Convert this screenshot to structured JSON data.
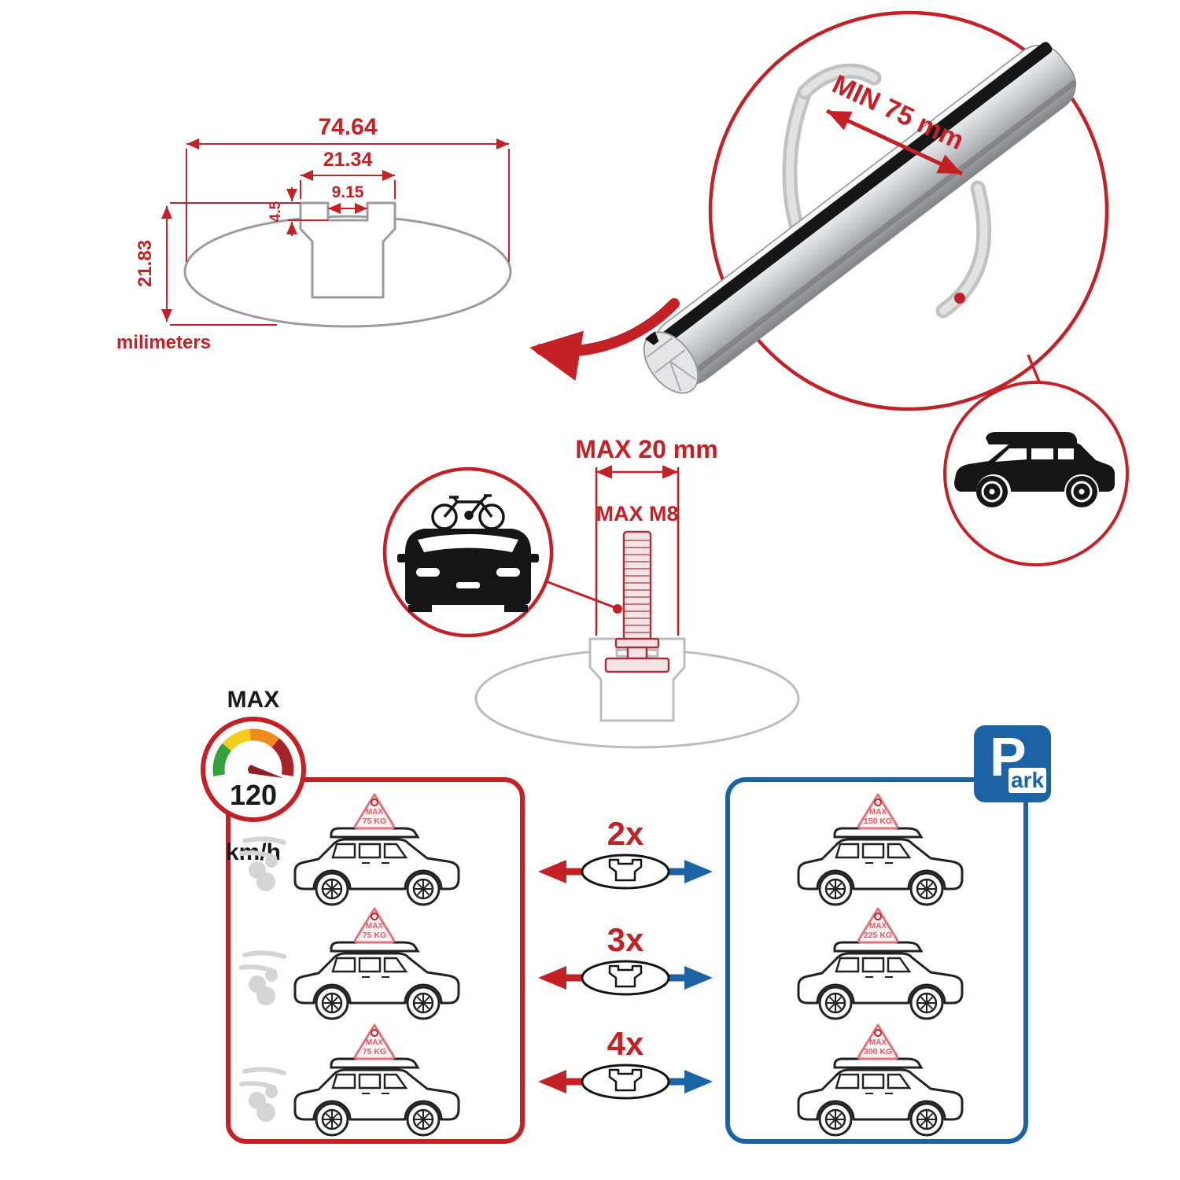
{
  "colors": {
    "red": "#c42127",
    "blue": "#1b63a5",
    "badge_pink": "#d95f6b",
    "sketch_gray": "#bcbcbc"
  },
  "cross_section": {
    "width_total": "74.64",
    "width_channel": "21.34",
    "width_slot": "9.15",
    "lip_height": "4.5",
    "height_total": "21.83",
    "units": "milimeters"
  },
  "bar_detail": {
    "min_span": "MIN 75 mm"
  },
  "bolt": {
    "max_width": "MAX 20 mm",
    "max_thread": "MAX M8"
  },
  "gauge": {
    "label": "MAX",
    "value": "120",
    "units": "km/h"
  },
  "park": {
    "p": "P",
    "ark": "ark"
  },
  "capacity_rows": [
    {
      "multiplier": "2x",
      "driving": {
        "max": "MAX",
        "weight": "75 KG"
      },
      "parked": {
        "max": "MAX",
        "weight": "150 KG"
      }
    },
    {
      "multiplier": "3x",
      "driving": {
        "max": "MAX",
        "weight": "75 KG"
      },
      "parked": {
        "max": "MAX",
        "weight": "225 KG"
      }
    },
    {
      "multiplier": "4x",
      "driving": {
        "max": "MAX",
        "weight": "75 KG"
      },
      "parked": {
        "max": "MAX",
        "weight": "300 KG"
      }
    }
  ]
}
